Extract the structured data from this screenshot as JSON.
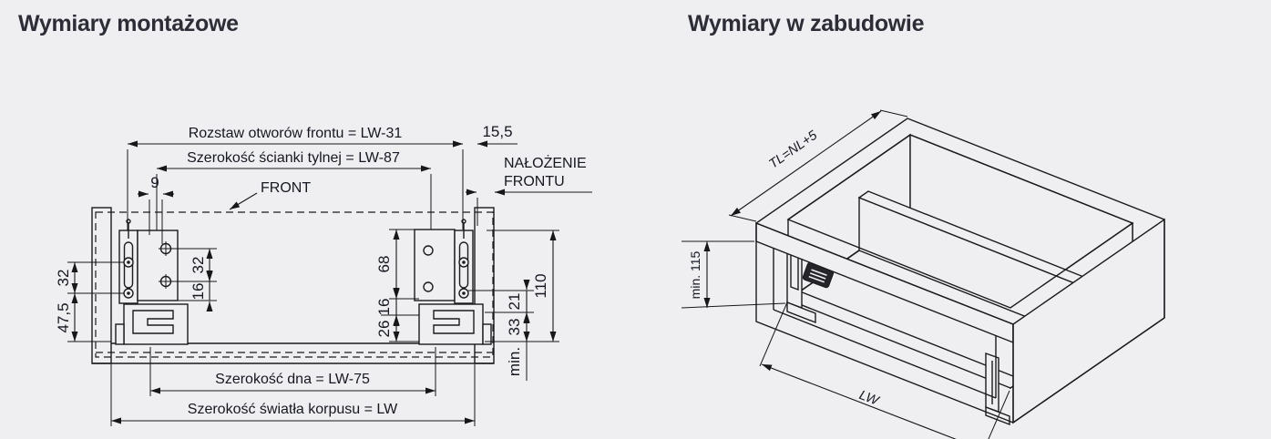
{
  "left": {
    "title": "Wymiary montażowe",
    "dims": {
      "rozstaw": "Rozstaw otworów frontu = LW-31",
      "d155": "15,5",
      "scianka": "Szerokość ścianki tylnej = LW-87",
      "nalozenie_1": "NAŁOŻENIE",
      "nalozenie_2": "FRONTU",
      "d9": "9",
      "front": "FRONT",
      "d32_left": "32",
      "d475": "47,5",
      "d32_bracket": "32",
      "d16_bracket": "16",
      "d68": "68",
      "d16_right": "16",
      "d26": "26",
      "d21": "21",
      "d33": "33",
      "dmin": "min.",
      "d110": "110",
      "dna": "Szerokość dna = LW-75",
      "korpus": "Szerokość światła korpusu = LW"
    }
  },
  "right": {
    "title": "Wymiary w zabudowie",
    "dims": {
      "tl": "TL=NL+5",
      "min115": "min. 115",
      "lw": "LW"
    }
  },
  "colors": {
    "background": "#efeff1",
    "line": "#1b1b1e",
    "text": "#161821",
    "title": "#2d2d38"
  }
}
